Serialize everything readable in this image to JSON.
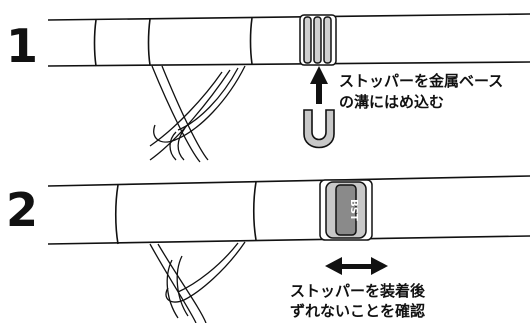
{
  "steps": [
    {
      "number": "1",
      "caption_lines": [
        "ストッパーを金属ベース",
        "の溝にはめ込む"
      ]
    },
    {
      "number": "2",
      "caption_lines": [
        "ストッパーを装着後",
        "ずれないことを確認"
      ],
      "stopper_mark": "BST"
    }
  ],
  "colors": {
    "line": "#111111",
    "stopper_fill": "#c8c8c8",
    "stopper_dark": "#8a8a8a",
    "background": "#ffffff"
  }
}
